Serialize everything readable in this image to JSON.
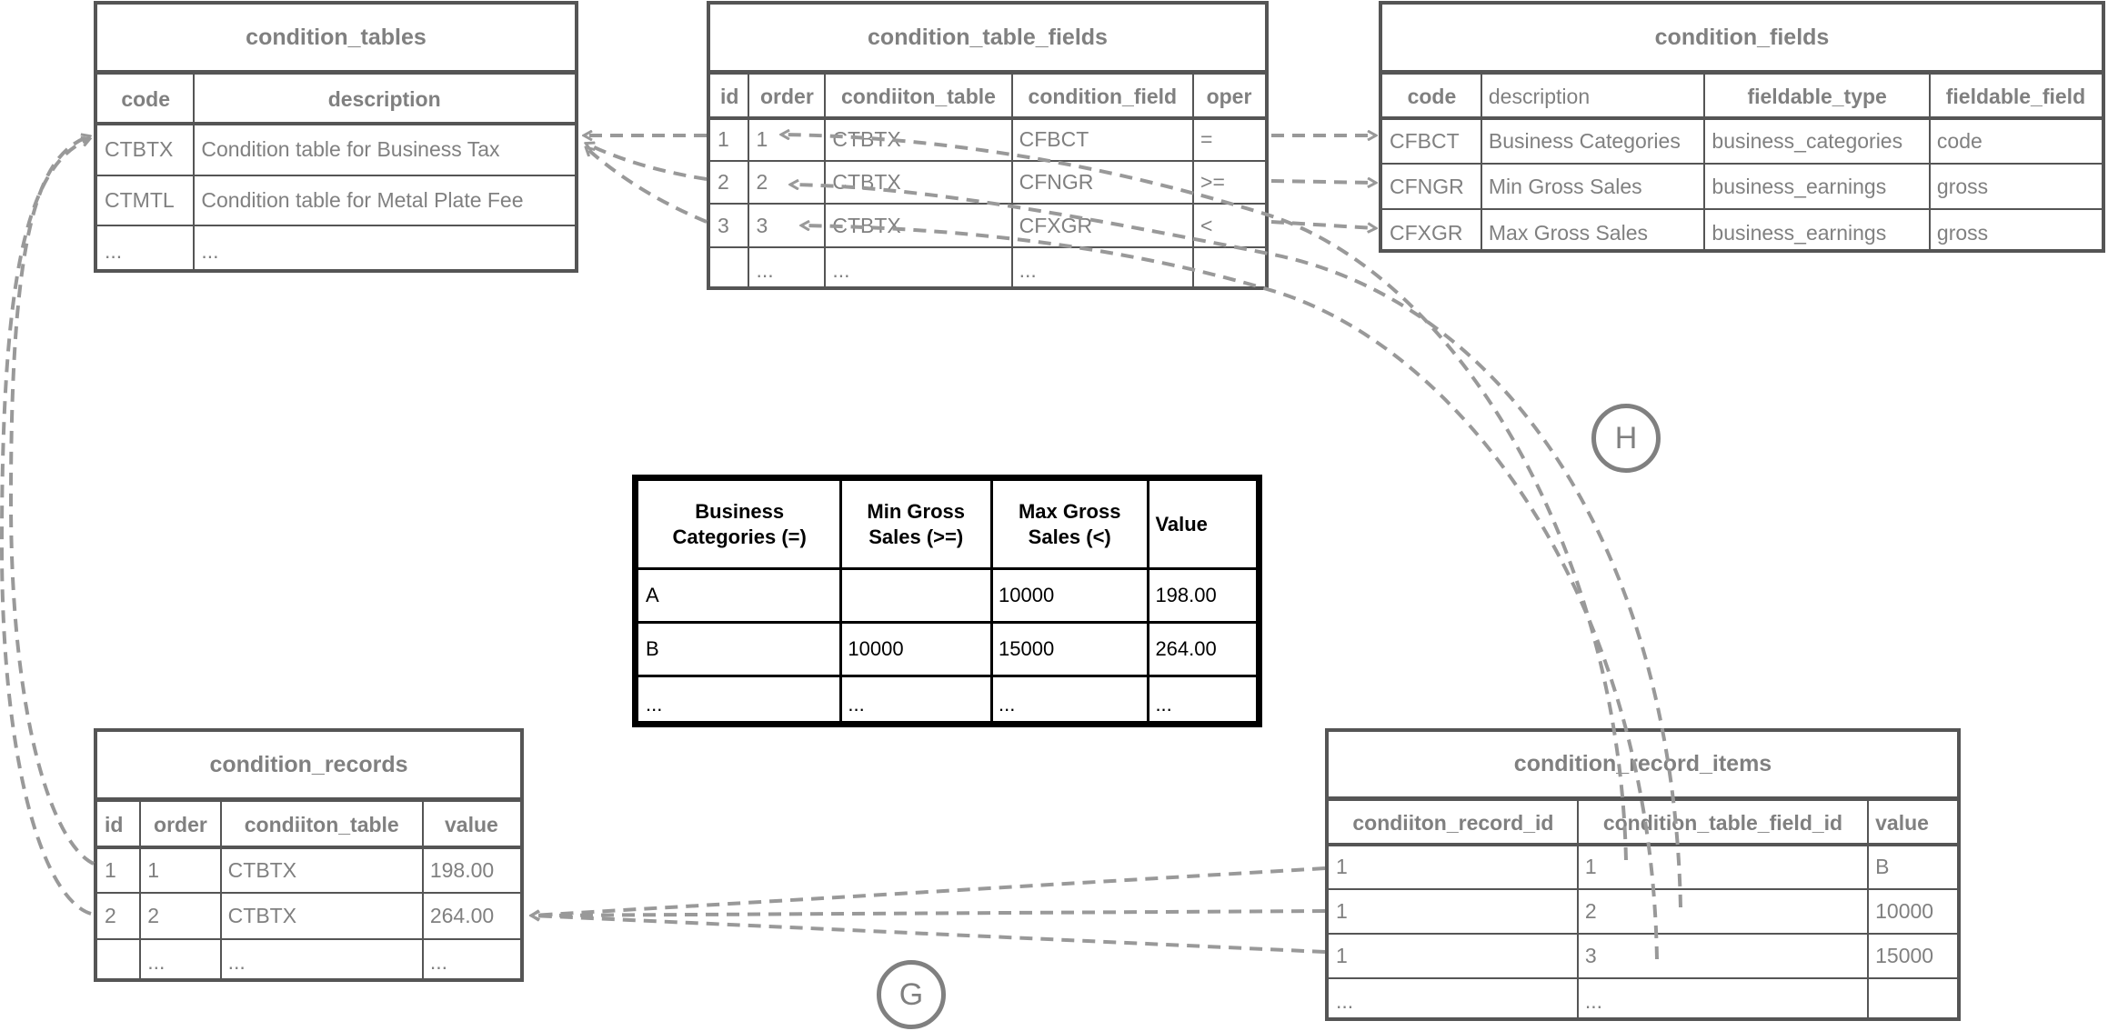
{
  "colors": {
    "line": "#999999",
    "table_text": "#808080",
    "table_border": "#555555",
    "highlight_border": "#000000"
  },
  "tables": {
    "condition_tables": {
      "title": "condition_tables",
      "columns": [
        "code",
        "description"
      ],
      "rows": [
        [
          "CTBTX",
          "Condition table for Business Tax"
        ],
        [
          "CTMTL",
          "Condition table for Metal Plate Fee"
        ],
        [
          "...",
          "..."
        ]
      ]
    },
    "condition_table_fields": {
      "title": "condition_table_fields",
      "columns": [
        "id",
        "order",
        "condiiton_table",
        "condition_field",
        "oper"
      ],
      "rows": [
        [
          "1",
          "1",
          "CTBTX",
          "CFBCT",
          "="
        ],
        [
          "2",
          "2",
          "CTBTX",
          "CFNGR",
          ">="
        ],
        [
          "3",
          "3",
          "CTBTX",
          "CFXGR",
          "<"
        ],
        [
          "",
          "...",
          "...",
          "...",
          ""
        ]
      ]
    },
    "condition_fields": {
      "title": "condition_fields",
      "columns": [
        "code",
        "description",
        "fieldable_type",
        "fieldable_field"
      ],
      "rows": [
        [
          "CFBCT",
          "Business Categories",
          "business_categories",
          "code"
        ],
        [
          "CFNGR",
          "Min Gross Sales",
          "business_earnings",
          "gross"
        ],
        [
          "CFXGR",
          "Max Gross Sales",
          "business_earnings",
          "gross"
        ]
      ]
    },
    "condition_records": {
      "title": "condition_records",
      "columns": [
        "id",
        "order",
        "condiiton_table",
        "value"
      ],
      "rows": [
        [
          "1",
          "1",
          "CTBTX",
          "198.00"
        ],
        [
          "2",
          "2",
          "CTBTX",
          "264.00"
        ],
        [
          "",
          "...",
          "...",
          "..."
        ]
      ]
    },
    "condition_record_items": {
      "title": "condition_record_items",
      "columns": [
        "condiiton_record_id",
        "condition_table_field_id",
        "value"
      ],
      "rows": [
        [
          "1",
          "1",
          "B"
        ],
        [
          "1",
          "2",
          "10000"
        ],
        [
          "1",
          "3",
          "15000"
        ],
        [
          "...",
          "...",
          ""
        ]
      ]
    }
  },
  "example_table": {
    "columns": [
      "Business Categories (=)",
      "Min Gross Sales (>=)",
      "Max Gross Sales (<)",
      "Value"
    ],
    "rows": [
      [
        "A",
        "",
        "10000",
        "198.00"
      ],
      [
        "B",
        "10000",
        "15000",
        "264.00"
      ],
      [
        "...",
        "...",
        "...",
        "..."
      ]
    ]
  },
  "labels": {
    "g": "G",
    "h": "H"
  }
}
